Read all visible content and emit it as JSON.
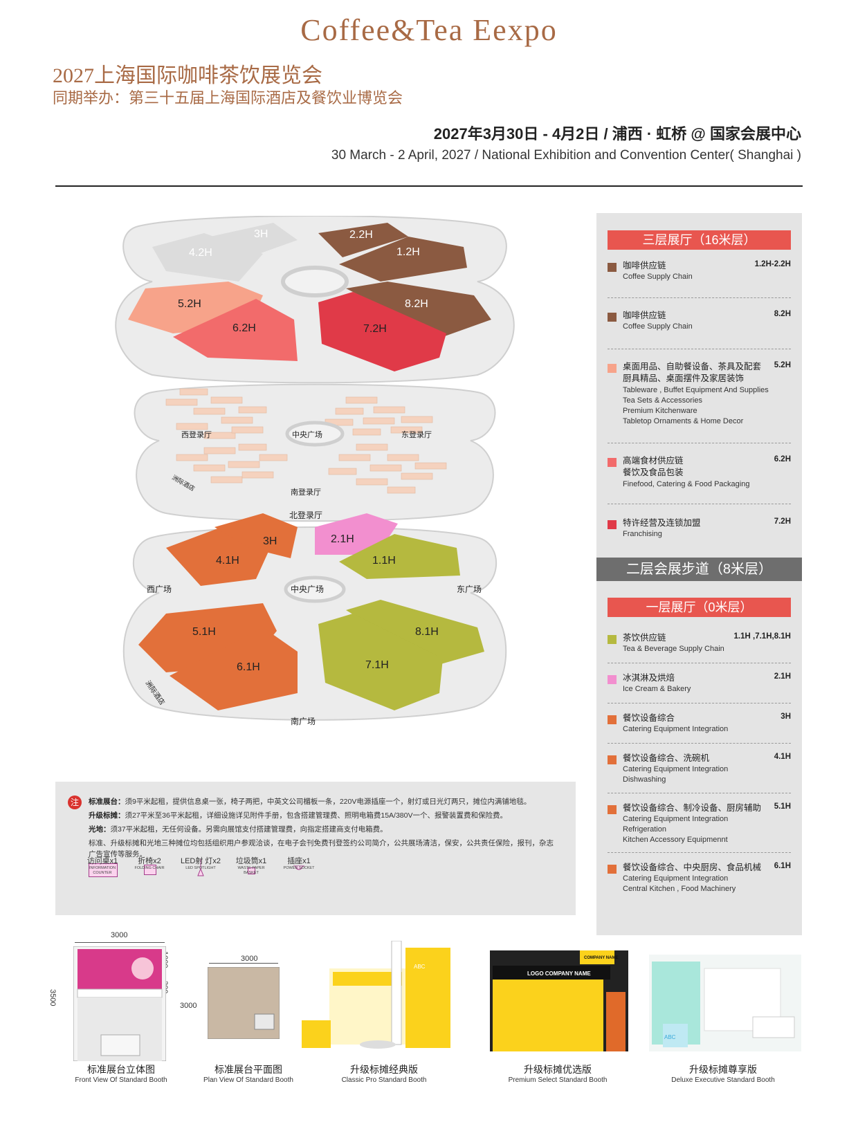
{
  "header": {
    "title_en": "Coffee&Tea Eexpo",
    "title_cn": "2027上海国际咖啡茶饮展览会",
    "subtitle_cn": "同期举办：第三十五届上海国际酒店及餐饮业博览会",
    "date_cn": "2027年3月30日 - 4月2日 / 浦西 · 虹桥 @ 国家会展中心",
    "date_en": "30 March - 2 April, 2027 / National Exhibition and Convention Center( Shanghai )"
  },
  "map": {
    "upper_halls": [
      "3H",
      "4.2H",
      "2.2H",
      "1.2H",
      "5.2H",
      "6.2H",
      "8.2H",
      "7.2H"
    ],
    "lower_halls": [
      "4.1H",
      "3H",
      "2.1H",
      "1.1H",
      "5.1H",
      "6.1H",
      "8.1H",
      "7.1H"
    ],
    "labels": {
      "west_lobby": "西登录厅",
      "east_lobby": "东登录厅",
      "central_plaza": "中央广场",
      "south_lobby": "南登录厅",
      "north_lobby": "北登录厅",
      "hotel": "洲际酒店",
      "west_square": "西广场",
      "east_square": "东广场",
      "central_square": "中央广场",
      "south_square": "南广场"
    },
    "colors": {
      "coffee": "#8b5a41",
      "tableware": "#f7a38a",
      "finefood": "#f26b6b",
      "franchise": "#e03a48",
      "tea": "#b5b93f",
      "icecream": "#f28fcf",
      "catering": "#e2703a",
      "gray": "#dcdcdc"
    }
  },
  "legend": {
    "floor3": "三层展厅（16米层）",
    "floor2": "二层会展步道（8米层）",
    "floor1": "一层展厅（0米层）",
    "items3": [
      {
        "cn": "咖啡供应链",
        "en": [
          "Coffee Supply Chain"
        ],
        "hall": "1.2H-2.2H",
        "color": "#8b5a41"
      },
      {
        "cn": "咖啡供应链",
        "en": [
          "Coffee Supply Chain"
        ],
        "hall": "8.2H",
        "color": "#8b5a41"
      },
      {
        "cn": "桌面用品、自助餐设备、茶具及配套",
        "cn2": "厨具精品、桌面摆件及家居装饰",
        "en": [
          "Tableware , Buffet Equipment And Supplies",
          "Tea Sets & Accessories",
          "Premium Kitchenware",
          "Tabletop Ornaments & Home Decor"
        ],
        "hall": "5.2H",
        "color": "#f7a38a"
      },
      {
        "cn": "高端食材供应链",
        "cn2": "餐饮及食品包装",
        "en": [
          "Finefood, Catering & Food Packaging"
        ],
        "hall": "6.2H",
        "color": "#f26b6b"
      },
      {
        "cn": "特许经营及连锁加盟",
        "en": [
          "Franchising"
        ],
        "hall": "7.2H",
        "color": "#e03a48"
      }
    ],
    "items1": [
      {
        "cn": "茶饮供应链",
        "en": [
          "Tea & Beverage Supply Chain"
        ],
        "hall": "1.1H ,7.1H,8.1H",
        "color": "#b5b93f"
      },
      {
        "cn": "冰淇淋及烘焙",
        "en": [
          "Ice Cream & Bakery"
        ],
        "hall": "2.1H",
        "color": "#f28fcf"
      },
      {
        "cn": "餐饮设备综合",
        "en": [
          "Catering Equipment Integration"
        ],
        "hall": "3H",
        "color": "#e2703a"
      },
      {
        "cn": "餐饮设备综合、洗碗机",
        "en": [
          "Catering Equipment Integration",
          "Dishwashing"
        ],
        "hall": "4.1H",
        "color": "#e2703a"
      },
      {
        "cn": "餐饮设备综合、制冷设备、厨房辅助",
        "en": [
          "Catering Equipment Integration",
          "Refrigeration",
          "Kitchen Accessory Equipmennt"
        ],
        "hall": "5.1H",
        "color": "#e2703a"
      },
      {
        "cn": "餐饮设备综合、中央厨房、食品机械",
        "en": [
          "Catering Equipment Integration",
          "Central Kitchen , Food Machinery"
        ],
        "hall": "6.1H",
        "color": "#e2703a"
      }
    ]
  },
  "notes": {
    "badge": "注",
    "line1_label": "标准展台：",
    "line1": "须9平米起租，提供信息桌一张，椅子两把，中英文公司楣板一条，220V电源插座一个，射灯或日光灯两只，摊位内满铺地毯。",
    "line2_label": "升级标摊：",
    "line2": "须27平米至36平米起租，详细设施详见附件手册，包含搭建管理费、照明电箱费15A/380V一个、报警装置费和保险费。",
    "line3_label": "光地：",
    "line3": "须37平米起租，无任何设备。另需向展馆支付搭建管理费，向指定搭建商支付电箱费。",
    "line4": "标准、升级标摊和光地三种摊位均包括组织用户参观洽谈，在电子会刊免费刊登签约公司简介，公共展场清洁，保安，公共责任保险，报刊，杂志",
    "line5": "广告宣传等服务。",
    "facilities": [
      {
        "cn": "访问桌x1",
        "en": [
          "INFORMATION",
          "COUNTER"
        ]
      },
      {
        "cn": "折椅x2",
        "en": [
          "FOLDING CHAIR"
        ]
      },
      {
        "cn": "LED射 灯x2",
        "en": [
          "LED SPOTLIGHT"
        ]
      },
      {
        "cn": "垃圾筒x1",
        "en": [
          "WASTE PAPER",
          "BASKET"
        ]
      },
      {
        "cn": "插座x1",
        "en": [
          "POWER SOCKET"
        ]
      }
    ]
  },
  "booths": {
    "dim_3000": "3000",
    "dim_1000": "1000",
    "dim_300": "300",
    "dim_3500": "3500",
    "dim_plan_w": "3000",
    "dim_plan_h": "3000",
    "items": [
      {
        "cn": "标准展台立体图",
        "en": "Front View Of Standard Booth"
      },
      {
        "cn": "标准展台平面图",
        "en": "Plan View Of Standard Booth"
      },
      {
        "cn": "升级标摊经典版",
        "en": "Classic Pro Standard Booth"
      },
      {
        "cn": "升级标摊优选版",
        "en": "Premium Select Standard Booth"
      },
      {
        "cn": "升级标摊尊享版",
        "en": "Deluxe Executive Standard Booth"
      }
    ],
    "logo_abc": "ABC",
    "logo_company": "LOGO COMPANY NAME",
    "company_name": "COMPANY NAME"
  }
}
